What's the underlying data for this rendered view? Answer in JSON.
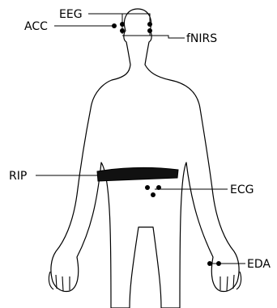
{
  "labels": {
    "eeg": "EEG",
    "acc": "ACC",
    "fnirs": "fNIRS",
    "rip": "RIP",
    "ecg": "ECG",
    "eda": "EDA"
  },
  "colors": {
    "ink": "#000000",
    "background": "#ffffff"
  }
}
